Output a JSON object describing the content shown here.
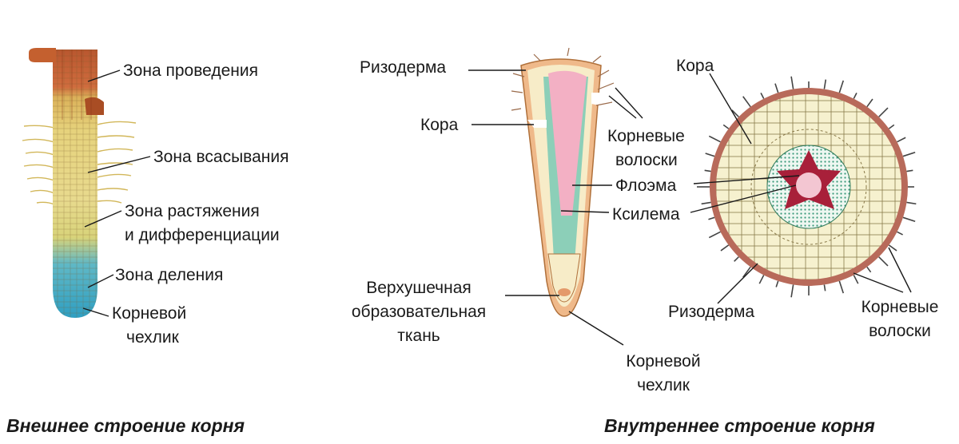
{
  "captions": {
    "external": "Внешнее строение корня",
    "internal": "Внутреннее строение корня"
  },
  "external_labels": {
    "conduction": "Зона проведения",
    "absorption": "Зона всасывания",
    "elongation_1": "Зона растяжения",
    "elongation_2": "и дифференциации",
    "division": "Зона деления",
    "cap_1": "Корневой",
    "cap_2": "чехлик"
  },
  "longitudinal_labels": {
    "rhizoderm": "Ризодерма",
    "cortex": "Кора",
    "hairs_1": "Корневые",
    "hairs_2": "волоски",
    "phloem": "Флоэма",
    "xylem": "Ксилема",
    "apical_1": "Верхушечная",
    "apical_2": "образовательная",
    "apical_3": "ткань",
    "cap_1": "Корневой",
    "cap_2": "чехлик"
  },
  "cross_labels": {
    "cortex": "Кора",
    "rhizoderm": "Ризодерма",
    "hairs_1": "Корневые",
    "hairs_2": "волоски"
  },
  "colors": {
    "conduction_zone": "#c8643a",
    "absorption_zone": "#e3d27a",
    "elongation_zone": "#e6d98c",
    "division_zone": "#4fb4c7",
    "root_cap": "#3aa6c4",
    "cortex": "#f6f0cc",
    "phloem": "#f3b6c6",
    "xylem": "#8ccfb8",
    "rhizoderm": "#b86a5a",
    "stele_core": "#a8203a"
  }
}
